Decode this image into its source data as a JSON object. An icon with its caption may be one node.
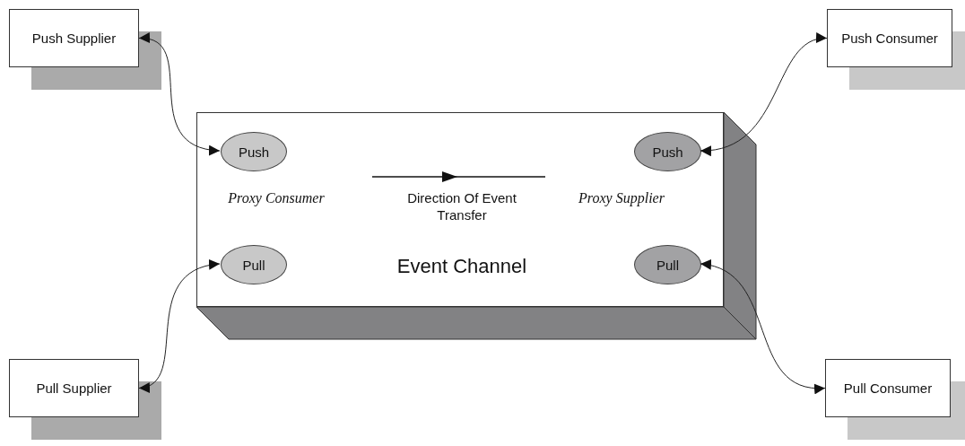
{
  "diagram": {
    "nodes": [
      {
        "text": [
          "Push Supplier"
        ]
      },
      {
        "text": [
          "Push Consumer"
        ]
      },
      {
        "text": [
          "Event Channel"
        ]
      },
      {
        "text": [
          "Push"
        ],
        "in": 2
      },
      {
        "text": [
          "Push"
        ],
        "in": 2
      },
      {
        "text": [
          "Pull"
        ],
        "in": 2
      },
      {
        "text": [
          "Pull"
        ],
        "in": 2
      },
      {
        "text": [
          "Pull Supplier"
        ]
      },
      {
        "text": [
          "Pull Consumer"
        ]
      }
    ],
    "edges": [
      {
        "from": 0,
        "to": 3,
        "arrow": "both"
      },
      {
        "from": 1,
        "to": 4,
        "arrow": "both"
      },
      {
        "from": 7,
        "to": 5,
        "arrow": "both"
      },
      {
        "from": 8,
        "to": 6,
        "arrow": "both"
      }
    ],
    "labels": [
      "Proxy Consumer",
      "Direction Of Event Transfer",
      "Proxy Supplier"
    ]
  }
}
